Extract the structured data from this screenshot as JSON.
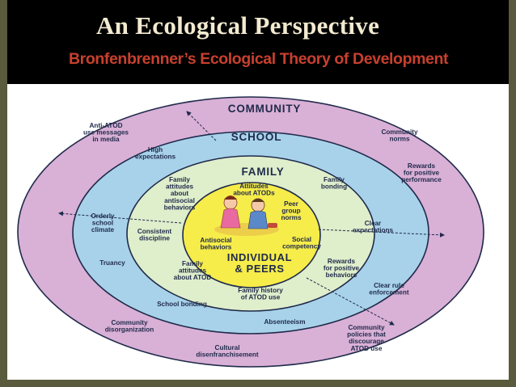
{
  "header": {
    "title": "An Ecological Perspective",
    "subtitle": "Bronfenbrenner’s Ecological Theory of Development"
  },
  "diagram": {
    "rings": {
      "community": "COMMUNITY",
      "school": "SCHOOL",
      "family": "FAMILY",
      "individual_line1": "INDIVIDUAL",
      "individual_line2": "& PEERS"
    },
    "colors": {
      "community": "#d9b0d6",
      "school": "#a8d2ea",
      "family": "#dfeecb",
      "individual": "#f6ec4a",
      "outline": "#1f2a4a"
    },
    "labels": {
      "anti_atod_media": [
        "Anti-ATOD",
        "use messages",
        "in media"
      ],
      "community_norms": [
        "Community",
        "norms"
      ],
      "high_expectations": [
        "High",
        "expectations"
      ],
      "rewards_performance": [
        "Rewards",
        "for positive",
        "performance"
      ],
      "family_attitudes_antisocial": [
        "Family",
        "attitudes",
        "about",
        "antisocial",
        "behaviors"
      ],
      "family_bonding": [
        "Family",
        "bonding"
      ],
      "attitudes_atods": [
        "Attitudes",
        "about ATODs"
      ],
      "peer_group_norms": [
        "Peer",
        "group",
        "norms"
      ],
      "orderly_climate": [
        "Orderly",
        "school",
        "climate"
      ],
      "consistent_discipline": [
        "Consistent",
        "discipline"
      ],
      "clear_expectations": [
        "Clear",
        "expectations"
      ],
      "antisocial_behaviors": [
        "Antisocial",
        "behaviors"
      ],
      "social_competency": [
        "Social",
        "competency"
      ],
      "truancy": [
        "Truancy"
      ],
      "family_attitudes_atod": [
        "Family",
        "attitudes",
        "about ATOD"
      ],
      "rewards_behaviors": [
        "Rewards",
        "for positive",
        "behaviors"
      ],
      "clear_rule": [
        "Clear rule",
        "enforcement"
      ],
      "family_history": [
        "Family history",
        "of ATOD use"
      ],
      "school_bonding": [
        "School bonding"
      ],
      "absenteeism": [
        "Absenteeism"
      ],
      "community_disorganization": [
        "Community",
        "disorganization"
      ],
      "community_policies": [
        "Community",
        "policies that",
        "discourage",
        "ATOD use"
      ],
      "cultural_disenfranchisement": [
        "Cultural",
        "disenfranchisement"
      ]
    }
  }
}
